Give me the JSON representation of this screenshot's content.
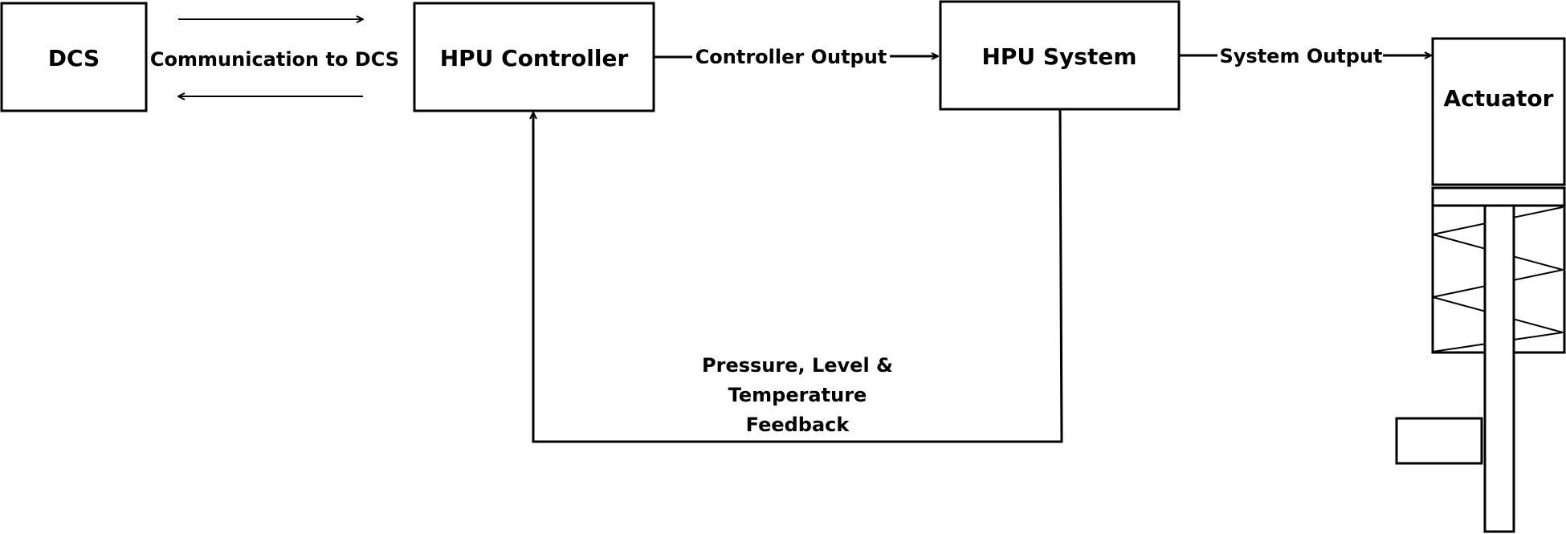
{
  "blocks": {
    "dcs": "DCS",
    "hpu_controller": "HPU Controller",
    "hpu_system": "HPU System",
    "actuator": "Actuator"
  },
  "edges": {
    "dcs_link": "Communication to DCS",
    "controller_output": "Controller Output",
    "system_output": "System Output"
  },
  "feedback": {
    "line1": "Pressure, Level &",
    "line2": "Temperature",
    "line3": "Feedback"
  },
  "colors": {
    "stroke": "#000000",
    "background": "#ffffff"
  }
}
